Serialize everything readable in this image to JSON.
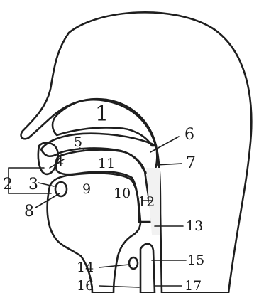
{
  "diagram": {
    "labels": {
      "l1": "1",
      "l2": "2",
      "l3": "3",
      "l4": "4",
      "l5": "5",
      "l6": "6",
      "l7": "7",
      "l8": "8",
      "l9": "9",
      "l10": "10",
      "l11": "11",
      "l12": "12",
      "l13": "13",
      "l14": "14",
      "l15": "15",
      "l16": "16",
      "l17": "17"
    }
  },
  "colors": {
    "tissue": "#6f6f6f",
    "cavity": "#f2f2f2",
    "outline": "#1e1e1e",
    "background": "#ffffff"
  }
}
